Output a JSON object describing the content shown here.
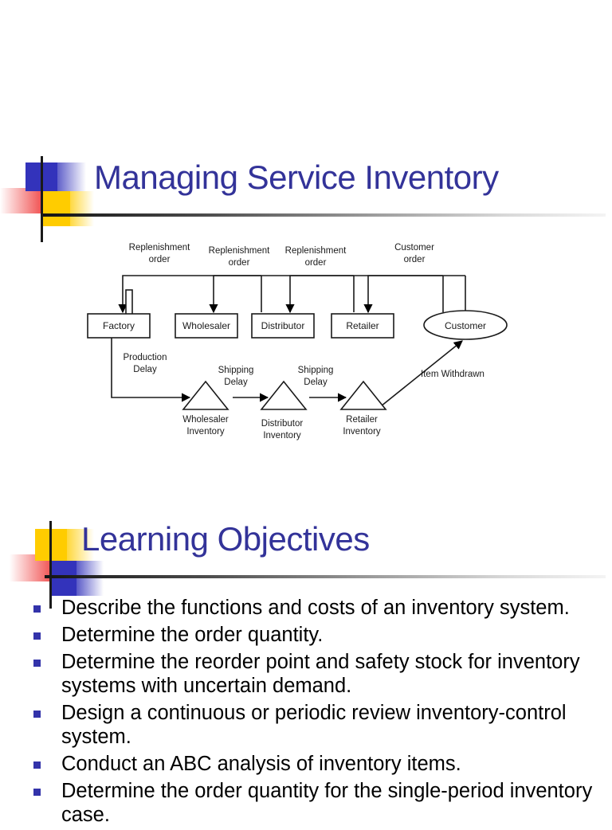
{
  "slide1": {
    "title": "Managing Service Inventory",
    "decoration": {
      "top_square_color": "#3333bb",
      "bottom_square_color": "#ffcc00",
      "fade_square_color": "#ee3333",
      "line_color": "#1a1a1a"
    },
    "diagram": {
      "type": "supply-chain-flow",
      "top_labels": [
        "Replenishment\norder",
        "Replenishment\norder",
        "Replenishment\norder",
        "Customer\norder"
      ],
      "top_labels_lines": [
        [
          "Replenishment",
          "order"
        ],
        [
          "Replenishment",
          "order"
        ],
        [
          "Replenishment",
          "order"
        ],
        [
          "Customer",
          "order"
        ]
      ],
      "nodes": [
        {
          "label": "Factory",
          "shape": "rect"
        },
        {
          "label": "Wholesaler",
          "shape": "rect"
        },
        {
          "label": "Distributor",
          "shape": "rect"
        },
        {
          "label": "Retailer",
          "shape": "rect"
        },
        {
          "label": "Customer",
          "shape": "ellipse"
        }
      ],
      "delay_labels": [
        [
          "Production",
          "Delay"
        ],
        [
          "Shipping",
          "Delay"
        ],
        [
          "Shipping",
          "Delay"
        ]
      ],
      "inventory_triangles": [
        [
          "Wholesaler",
          "Inventory"
        ],
        [
          "Distributor",
          "Inventory"
        ],
        [
          "Retailer",
          "Inventory"
        ]
      ],
      "withdraw_label": "Item Withdrawn"
    }
  },
  "slide2": {
    "title": "Learning Objectives",
    "decoration": {
      "top_square_color": "#ffcc00",
      "bottom_square_color": "#3333bb",
      "fade_square_color": "#ee3333",
      "line_color": "#1a1a1a"
    },
    "bullets": [
      "Describe the functions and costs of an inventory system.",
      "Determine the order quantity.",
      "Determine the reorder point and safety stock for inventory systems with uncertain demand.",
      "Design a continuous or periodic review inventory-control system.",
      "Conduct an ABC analysis of inventory items.",
      "Determine the order quantity for the single-period inventory case."
    ],
    "bullet_color": "#3333aa"
  }
}
